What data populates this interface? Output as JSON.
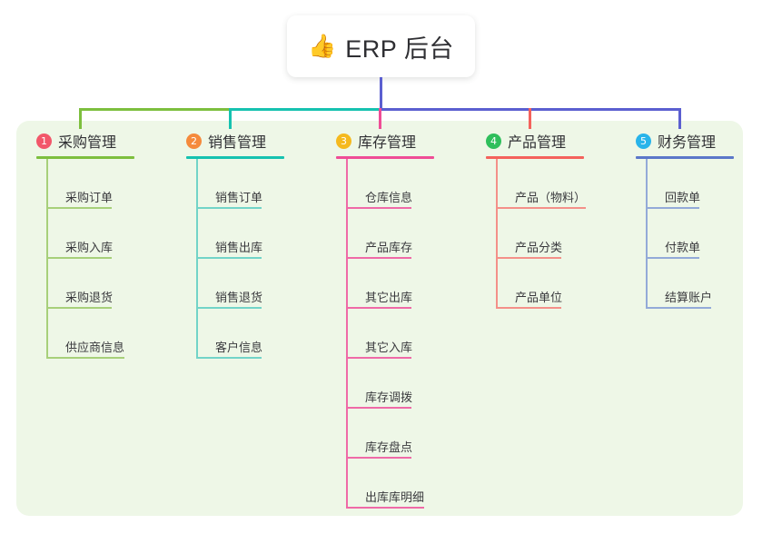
{
  "root": {
    "icon": "thumbs-up-icon",
    "emoji": "👍",
    "title": "ERP 后台"
  },
  "theme": {
    "panel_bg": "#eef7e7",
    "card_bg": "#ffffff",
    "text": "#303034",
    "bus_left": "#7dbf3e",
    "bus_mid": "#16c2b0",
    "bus_right": "#5b5fd0"
  },
  "columns": [
    {
      "number": "1",
      "title": "采购管理",
      "badge_color": "#f2576a",
      "line_color": "#7dbf3e",
      "leaf_line_color": "#a7d07a",
      "drop_color": "#7dbf3e",
      "items": [
        {
          "label": "采购订单"
        },
        {
          "label": "采购入库"
        },
        {
          "label": "采购退货"
        },
        {
          "label": "供应商信息"
        }
      ]
    },
    {
      "number": "2",
      "title": "销售管理",
      "badge_color": "#f58a3c",
      "line_color": "#16c2b0",
      "leaf_line_color": "#72d4c8",
      "drop_color": "#16c2b0",
      "items": [
        {
          "label": "销售订单"
        },
        {
          "label": "销售出库"
        },
        {
          "label": "销售退货"
        },
        {
          "label": "客户信息"
        }
      ]
    },
    {
      "number": "3",
      "title": "库存管理",
      "badge_color": "#f5b91e",
      "line_color": "#ef4d96",
      "leaf_line_color": "#ef6aa7",
      "drop_color": "#ef4d96",
      "items": [
        {
          "label": "仓库信息"
        },
        {
          "label": "产品库存"
        },
        {
          "label": "其它出库"
        },
        {
          "label": "其它入库"
        },
        {
          "label": "库存调拨"
        },
        {
          "label": "库存盘点"
        },
        {
          "label": "出库库明细"
        }
      ]
    },
    {
      "number": "4",
      "title": "产品管理",
      "badge_color": "#2fbf5c",
      "line_color": "#f4625c",
      "leaf_line_color": "#f49089",
      "drop_color": "#f4625c",
      "items": [
        {
          "label": "产品（物料）"
        },
        {
          "label": "产品分类"
        },
        {
          "label": "产品单位"
        }
      ]
    },
    {
      "number": "5",
      "title": "财务管理",
      "badge_color": "#28b4ea",
      "line_color": "#5b77c9",
      "leaf_line_color": "#93aad8",
      "drop_color": "#5b5fd0",
      "items": [
        {
          "label": "回款单"
        },
        {
          "label": "付款单"
        },
        {
          "label": "结算账户"
        }
      ]
    }
  ]
}
